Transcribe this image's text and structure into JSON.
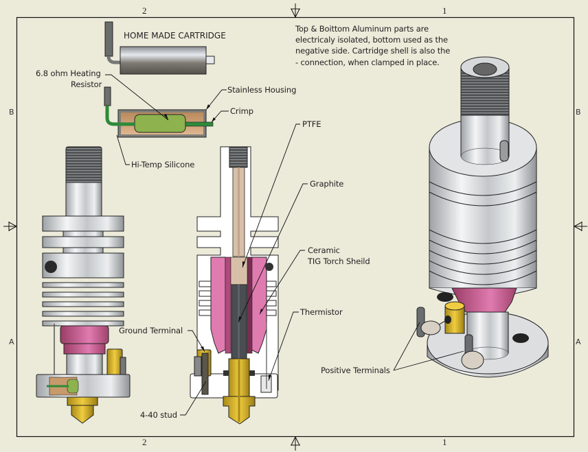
{
  "sheet": {
    "zones_top": [
      "2",
      "1"
    ],
    "zones_bottom": [
      "2",
      "1"
    ],
    "zones_left": [
      "B",
      "A"
    ],
    "zones_right": [
      "B",
      "A"
    ]
  },
  "cartridge_title": "HOME MADE CARTRIDGE",
  "note": "Top & Boittom Aluminum parts are electricaly isolated, bottom used  as the negative side. Cartridge shell is also the - connection, when clamped in place.",
  "callouts": {
    "heating_resistor_line1": "6.8 ohm Heating",
    "heating_resistor_line2": "Resistor",
    "stainless_housing": "Stainless Housing",
    "crimp": "Crimp",
    "hi_temp_silicone": "Hi-Temp Silicone",
    "ptfe": "PTFE",
    "graphite": "Graphite",
    "ceramic_line1": "Ceramic",
    "ceramic_line2": "TIG Torch Sheild",
    "thermistor": "Thermistor",
    "ground_terminal": "Ground Terminal",
    "stud": "4-40 stud",
    "positive_terminals": "Positive Terminals"
  },
  "colors": {
    "background": "#ecead9",
    "ceramic_pink": "#d9689e",
    "brass": "#e8c030",
    "resistor_green": "#8ab050",
    "wire_green": "#2e8a3a",
    "graphite": "#4a4e52",
    "ptfe": "#d8c0a8",
    "aluminum": "#d4d6d8"
  }
}
